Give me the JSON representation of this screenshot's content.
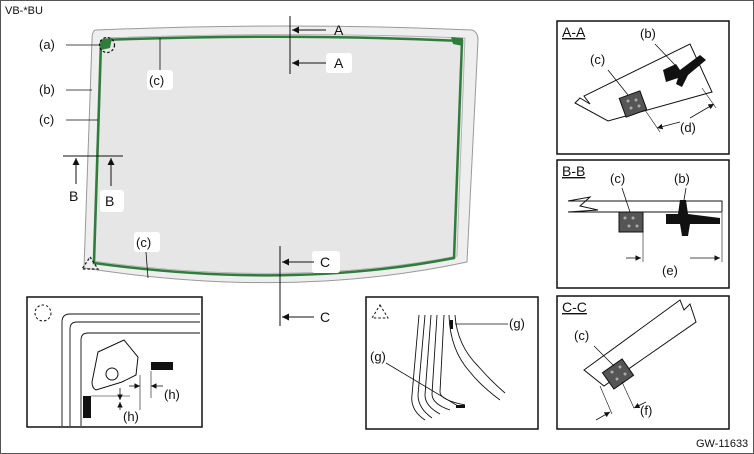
{
  "header": {
    "model_code": "VB-*BU"
  },
  "footer": {
    "figure_id": "GW-11633"
  },
  "main_view": {
    "callouts": {
      "a": "(a)",
      "b": "(b)",
      "c_left": "(c)",
      "c_top": "(c)",
      "c_bottom": "(c)"
    },
    "section_markers": {
      "a_upper": "A",
      "a_lower": "A",
      "b_left": "B",
      "b_right": "B",
      "c_upper": "C",
      "c_lower": "C"
    }
  },
  "detail_circle": {
    "h_right": "(h)",
    "h_bottom": "(h)"
  },
  "detail_triangle": {
    "g_top": "(g)",
    "g_left": "(g)"
  },
  "section_aa": {
    "title": "A-A",
    "b": "(b)",
    "c": "(c)",
    "d": "(d)"
  },
  "section_bb": {
    "title": "B-B",
    "c": "(c)",
    "b": "(b)",
    "e": "(e)"
  },
  "section_cc": {
    "title": "C-C",
    "c": "(c)",
    "f": "(f)"
  },
  "colors": {
    "adhesive_bead": "#2e7d3a",
    "dam_dark": "#555555",
    "glass_fill": "#eaeaea",
    "frame_line": "#000000"
  }
}
